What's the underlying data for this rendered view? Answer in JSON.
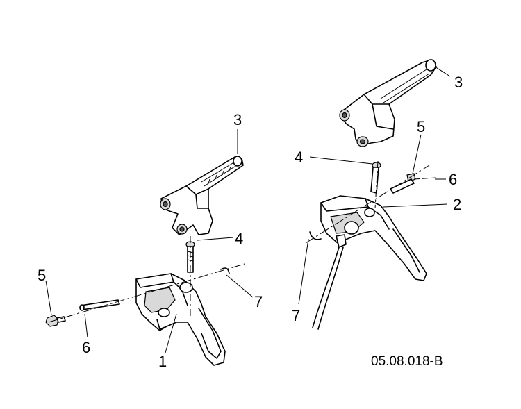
{
  "diagram": {
    "drawing_code": "05.08.018-B",
    "left_assembly": {
      "callouts": [
        "3",
        "4",
        "5",
        "6",
        "7",
        "1"
      ]
    },
    "right_assembly": {
      "callouts": [
        "3",
        "5",
        "4",
        "6",
        "2",
        "7"
      ]
    }
  }
}
